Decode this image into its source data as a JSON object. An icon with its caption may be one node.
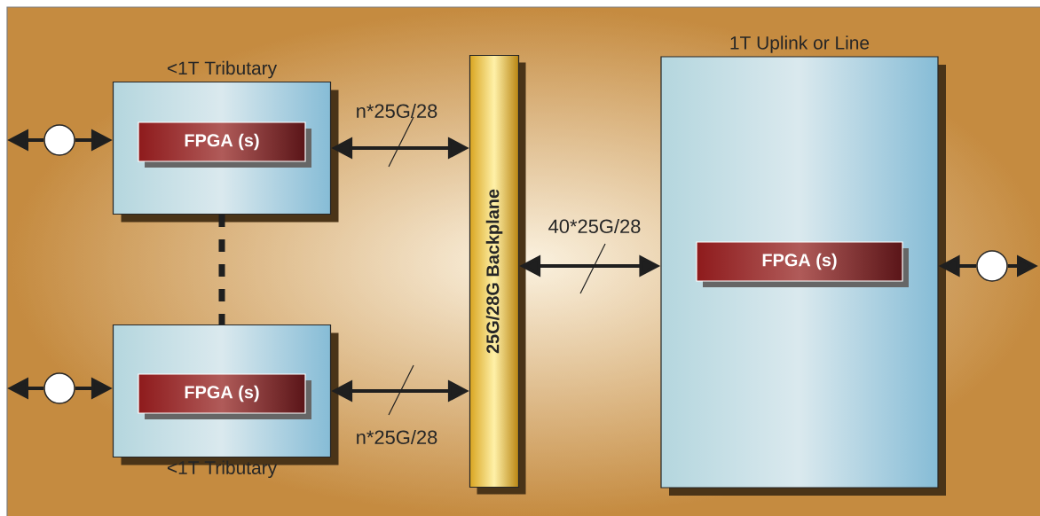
{
  "diagram": {
    "nodes": [
      {
        "text": [
          "<1T Tributary"
        ]
      },
      {
        "text": [
          "FPGA (s)"
        ],
        "in": 0
      },
      {
        "text": [
          "<1T Tributary"
        ]
      },
      {
        "text": [
          "FPGA (s)"
        ],
        "in": 2
      },
      {
        "text": [
          "25G/28G Backplane"
        ]
      },
      {
        "text": [
          "1T Uplink or Line"
        ]
      },
      {
        "text": [
          "FPGA (s)"
        ],
        "in": 5
      },
      {
        "text": [],
        "shape": "circle"
      },
      {
        "text": [],
        "shape": "circle"
      },
      {
        "text": [],
        "shape": "circle"
      }
    ],
    "edges": [
      {
        "from": 0,
        "to": 4,
        "arrow": "both",
        "label": "n*25G/28"
      },
      {
        "from": 2,
        "to": 4,
        "arrow": "both",
        "label": "n*25G/28"
      },
      {
        "from": 4,
        "to": 5,
        "arrow": "both",
        "label": "40*25G/28"
      },
      {
        "from": 0,
        "to": 2,
        "arrow": "none",
        "style": "dashed"
      },
      {
        "from": 7,
        "to": null,
        "arrow": "to"
      },
      {
        "from": 7,
        "to": 0,
        "arrow": "to"
      },
      {
        "from": 8,
        "to": null,
        "arrow": "to"
      },
      {
        "from": 8,
        "to": 2,
        "arrow": "to"
      },
      {
        "from": 9,
        "to": 5,
        "arrow": "to"
      },
      {
        "from": 9,
        "to": null,
        "arrow": "to"
      }
    ]
  }
}
